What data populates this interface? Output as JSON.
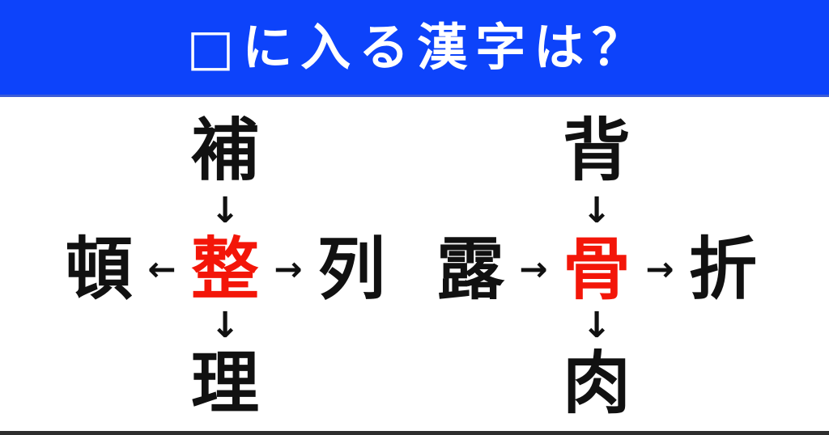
{
  "title": {
    "text": "□に入る漢字は？"
  },
  "colors": {
    "banner_blue": "#0d43fa",
    "banner_edge_blue": "#3c5cd6",
    "accent_red": "#f31609",
    "text_black": "#111111",
    "bottom_bar_gray": "#2e2e2e",
    "background": "#ffffff"
  },
  "puzzles": [
    {
      "id": "left-puzzle",
      "top": "補",
      "left": "頓",
      "center": "整",
      "right": "列",
      "bottom": "理",
      "arrow_top": "↓",
      "arrow_left": "←",
      "arrow_right": "→",
      "arrow_bottom": "↓"
    },
    {
      "id": "right-puzzle",
      "top": "背",
      "left": "露",
      "center": "骨",
      "right": "折",
      "bottom": "肉",
      "arrow_top": "↓",
      "arrow_left": "→",
      "arrow_right": "→",
      "arrow_bottom": "↓"
    }
  ]
}
